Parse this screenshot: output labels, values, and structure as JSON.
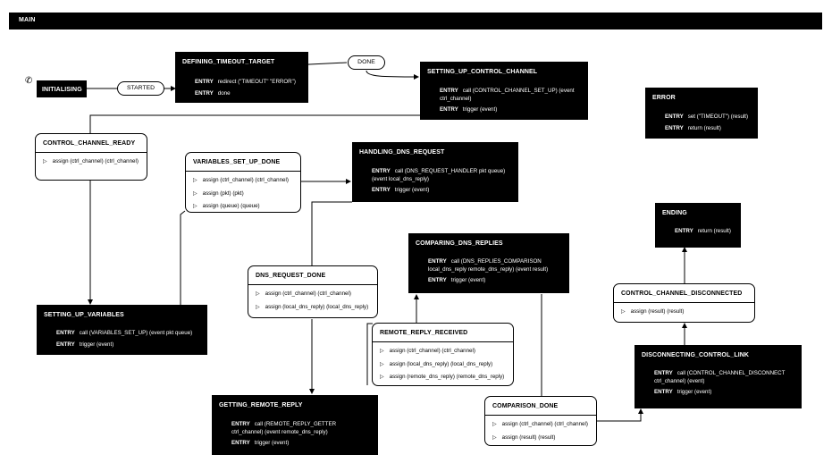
{
  "header": {
    "title": "MAIN"
  },
  "icons": {
    "initial": "phone-icon",
    "action_marker": "triangle-right-icon"
  },
  "events": {
    "started": "STARTED",
    "done": "DONE"
  },
  "states": {
    "initialising": {
      "title": "INITIALISING"
    },
    "defining_timeout_target": {
      "title": "DEFINING_TIMEOUT_TARGET",
      "entries": [
        {
          "kw": "ENTRY",
          "text": "redirect (\"TIMEOUT\" \"ERROR\")"
        },
        {
          "kw": "ENTRY",
          "text": "done"
        }
      ]
    },
    "setting_up_control_channel": {
      "title": "SETTING_UP_CONTROL_CHANNEL",
      "entries": [
        {
          "kw": "ENTRY",
          "text": "call (CONTROL_CHANNEL_SET_UP) (event ctrl_channel)"
        },
        {
          "kw": "ENTRY",
          "text": "trigger (event)"
        }
      ]
    },
    "error": {
      "title": "ERROR",
      "entries": [
        {
          "kw": "ENTRY",
          "text": "set (\"TIMEOUT\") (result)"
        },
        {
          "kw": "ENTRY",
          "text": "return (result)"
        }
      ]
    },
    "control_channel_ready": {
      "title": "CONTROL_CHANNEL_READY",
      "actions": [
        "assign (ctrl_channel) (ctrl_channel)"
      ]
    },
    "variables_set_up_done": {
      "title": "VARIABLES_SET_UP_DONE",
      "actions": [
        "assign (ctrl_channel) (ctrl_channel)",
        "assign (pkt) (pkt)",
        "assign (queue) (queue)"
      ]
    },
    "handling_dns_request": {
      "title": "HANDLING_DNS_REQUEST",
      "entries": [
        {
          "kw": "ENTRY",
          "text": "call (DNS_REQUEST_HANDLER pkt queue) (event local_dns_reply)"
        },
        {
          "kw": "ENTRY",
          "text": "trigger (event)"
        }
      ]
    },
    "ending": {
      "title": "ENDING",
      "entries": [
        {
          "kw": "ENTRY",
          "text": "return (result)"
        }
      ]
    },
    "comparing_dns_replies": {
      "title": "COMPARING_DNS_REPLIES",
      "entries": [
        {
          "kw": "ENTRY",
          "text": "call (DNS_REPLIES_COMPARISON local_dns_reply remote_dns_reply) (event result)"
        },
        {
          "kw": "ENTRY",
          "text": "trigger (event)"
        }
      ]
    },
    "dns_request_done": {
      "title": "DNS_REQUEST_DONE",
      "actions": [
        "assign (ctrl_channel) (ctrl_channel)",
        "assign (local_dns_reply) (local_dns_reply)"
      ]
    },
    "control_channel_disconnected": {
      "title": "CONTROL_CHANNEL_DISCONNECTED",
      "actions": [
        "assign (result) (result)"
      ]
    },
    "setting_up_variables": {
      "title": "SETTING_UP_VARIABLES",
      "entries": [
        {
          "kw": "ENTRY",
          "text": "call (VARIABLES_SET_UP) (event pkt queue)"
        },
        {
          "kw": "ENTRY",
          "text": "trigger (event)"
        }
      ]
    },
    "remote_reply_received": {
      "title": "REMOTE_REPLY_RECEIVED",
      "actions": [
        "assign (ctrl_channel) (ctrl_channel)",
        "assign (local_dns_reply) (local_dns_reply)",
        "assign (remote_dns_reply) (remote_dns_reply)"
      ]
    },
    "disconnecting_control_link": {
      "title": "DISCONNECTING_CONTROL_LINK",
      "entries": [
        {
          "kw": "ENTRY",
          "text": "call (CONTROL_CHANNEL_DISCONNECT ctrl_channel) (event)"
        },
        {
          "kw": "ENTRY",
          "text": "trigger (event)"
        }
      ]
    },
    "getting_remote_reply": {
      "title": "GETTING_REMOTE_REPLY",
      "entries": [
        {
          "kw": "ENTRY",
          "text": "call (REMOTE_REPLY_GETTER ctrl_channel) (event remote_dns_reply)"
        },
        {
          "kw": "ENTRY",
          "text": "trigger (event)"
        }
      ]
    },
    "comparison_done": {
      "title": "COMPARISON_DONE",
      "actions": [
        "assign (ctrl_channel) (ctrl_channel)",
        "assign (result) (result)"
      ]
    }
  }
}
